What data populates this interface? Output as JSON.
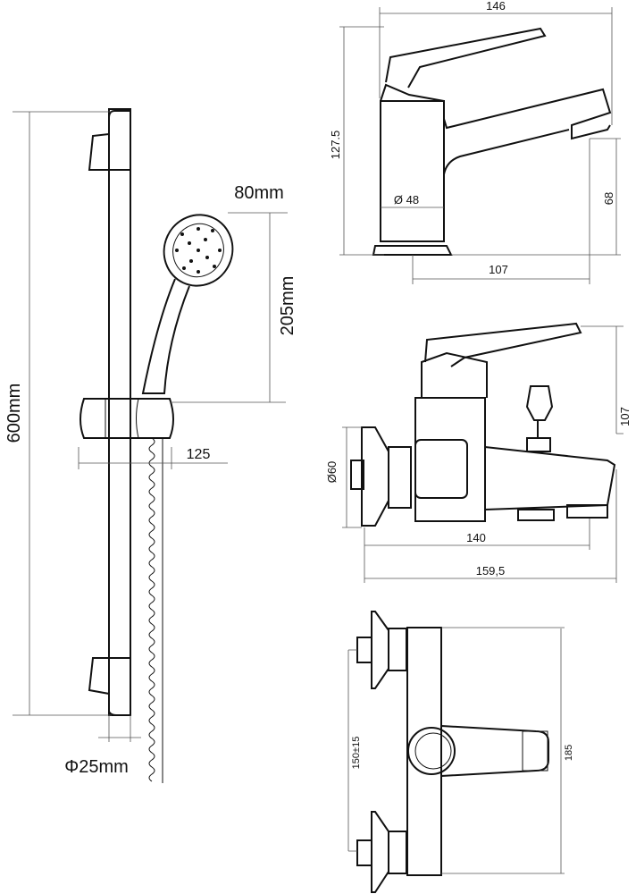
{
  "shower_set": {
    "head_diameter": "80mm",
    "head_height": "205mm",
    "rail_length": "600mm",
    "holder_projection": "125",
    "rail_diameter": "Φ25mm"
  },
  "basin_mixer": {
    "width": "146",
    "height": "127.5",
    "body_diameter": "Ø 48",
    "spout_height": "68",
    "spout_reach": "107"
  },
  "bath_mixer_side": {
    "height": "107",
    "flange_diameter": "Ø60",
    "spout_length": "140",
    "total_length": "159,5"
  },
  "bath_mixer_top": {
    "inlet_spacing": "150±15",
    "body_length": "185"
  }
}
